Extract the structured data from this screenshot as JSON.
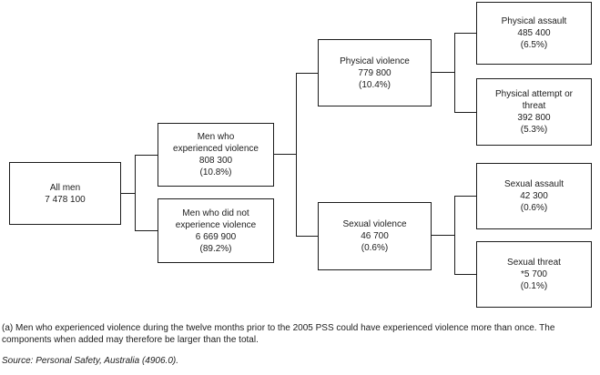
{
  "nodes": {
    "all_men": {
      "label": "All men",
      "value": "7 478 100"
    },
    "experienced": {
      "label": "Men who\nexperienced violence",
      "value": "808 300",
      "percent": "(10.8%)"
    },
    "not_experienced": {
      "label": "Men who did not\nexperience violence",
      "value": "6 669 900",
      "percent": "(89.2%)"
    },
    "physical_violence": {
      "label": "Physical violence",
      "value": "779 800",
      "percent": "(10.4%)"
    },
    "sexual_violence": {
      "label": "Sexual violence",
      "value": "46 700",
      "percent": "(0.6%)"
    },
    "physical_assault": {
      "label": "Physical assault",
      "value": "485 400",
      "percent": "(6.5%)"
    },
    "physical_attempt_or_threat": {
      "label": "Physical attempt or\nthreat",
      "value": "392 800",
      "percent": "(5.3%)"
    },
    "sexual_assault": {
      "label": "Sexual assault",
      "value": "42 300",
      "percent": "(0.6%)"
    },
    "sexual_threat": {
      "label": "Sexual threat",
      "value": "*5 700",
      "percent": "(0.1%)"
    }
  },
  "footnotes": {
    "footnote_a": "(a) Men who experienced violence during the twelve months prior to the 2005 PSS could have experienced violence more than once. The components when added may therefore be larger than the total.",
    "source": "Source: Personal Safety, Australia (4906.0)."
  },
  "colors": {
    "line": "#1c1c1c",
    "background": "#ffffff"
  }
}
